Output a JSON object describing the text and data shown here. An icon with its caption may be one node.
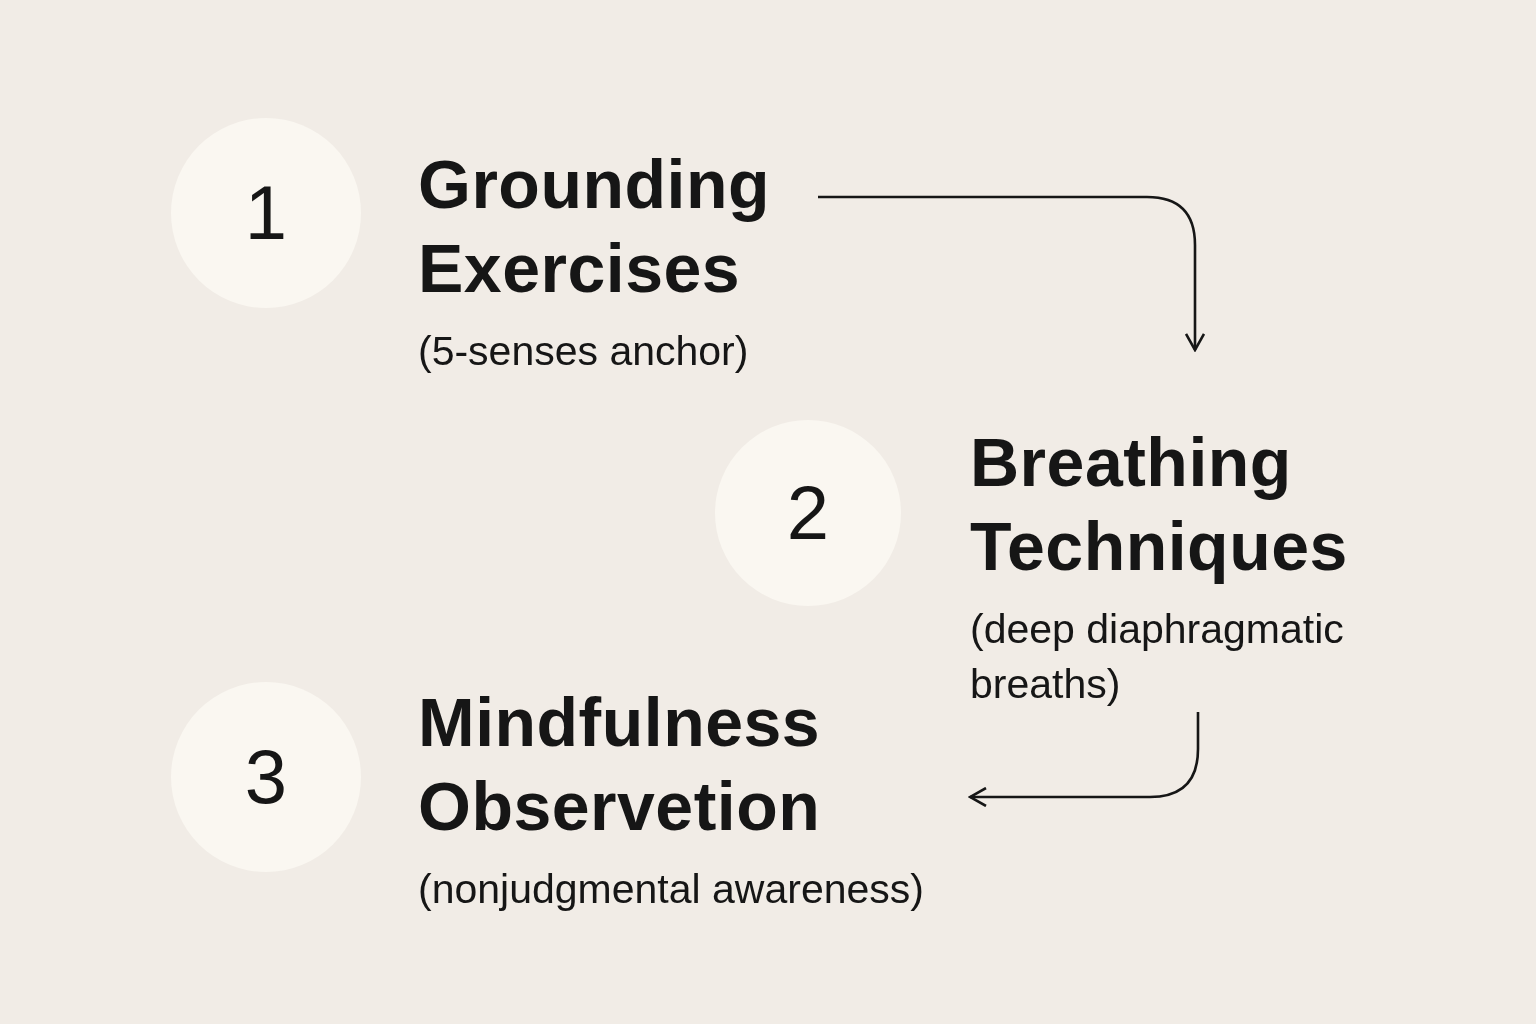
{
  "diagram": {
    "nodes": [
      {
        "text": [
          "1"
        ]
      },
      {
        "text": [
          "Grounding Exercises",
          "(5-senses anchor)"
        ]
      },
      {
        "text": [
          "2"
        ]
      },
      {
        "text": [
          "Breathing Techniques",
          "(deep diaphragmatic breaths)"
        ]
      },
      {
        "text": [
          "3"
        ]
      },
      {
        "text": [
          "Mindfulness Observetion",
          "(nonjudgmental awareness)"
        ]
      }
    ],
    "edges": [
      {
        "from": 1,
        "to": 3,
        "arrow": "to"
      },
      {
        "from": 3,
        "to": 5,
        "arrow": "to"
      }
    ]
  }
}
